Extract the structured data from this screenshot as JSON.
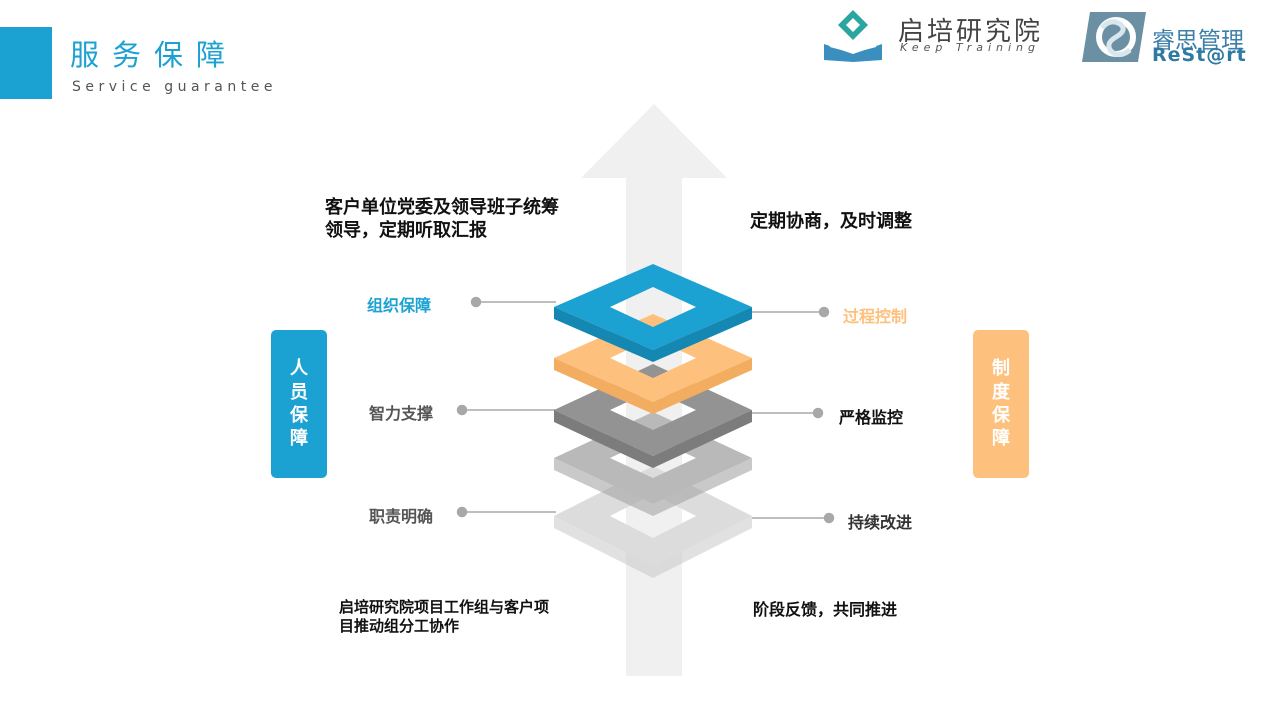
{
  "header": {
    "title_cn": "服务保障",
    "title_en": "Service guarantee"
  },
  "logos": {
    "qipei_cn": "启培研究院",
    "qipei_en": "Keep Training",
    "restart_cn": "睿思管理",
    "restart_en": "ReSt@rt"
  },
  "diagram": {
    "top_left_text": "客户单位党委及领导班子统筹领导，定期听取汇报",
    "top_right_text": "定期协商，及时调整",
    "bottom_left_text": "启培研究院项目工作组与客户项目推动组分工协作",
    "bottom_right_text": "阶段反馈，共同推进",
    "left_labels": [
      "组织保障",
      "智力支撑",
      "职责明确"
    ],
    "right_labels": [
      "过程控制",
      "严格监控",
      "持续改进"
    ],
    "side_left": "人员保障",
    "side_right": "制度保障",
    "colors": {
      "blue": "#1ba1d2",
      "orange": "#fdc17d",
      "gray_dark": "#8e8e8e",
      "gray_mid": "#b4b4b4",
      "gray_light": "#d8d8d8"
    }
  }
}
